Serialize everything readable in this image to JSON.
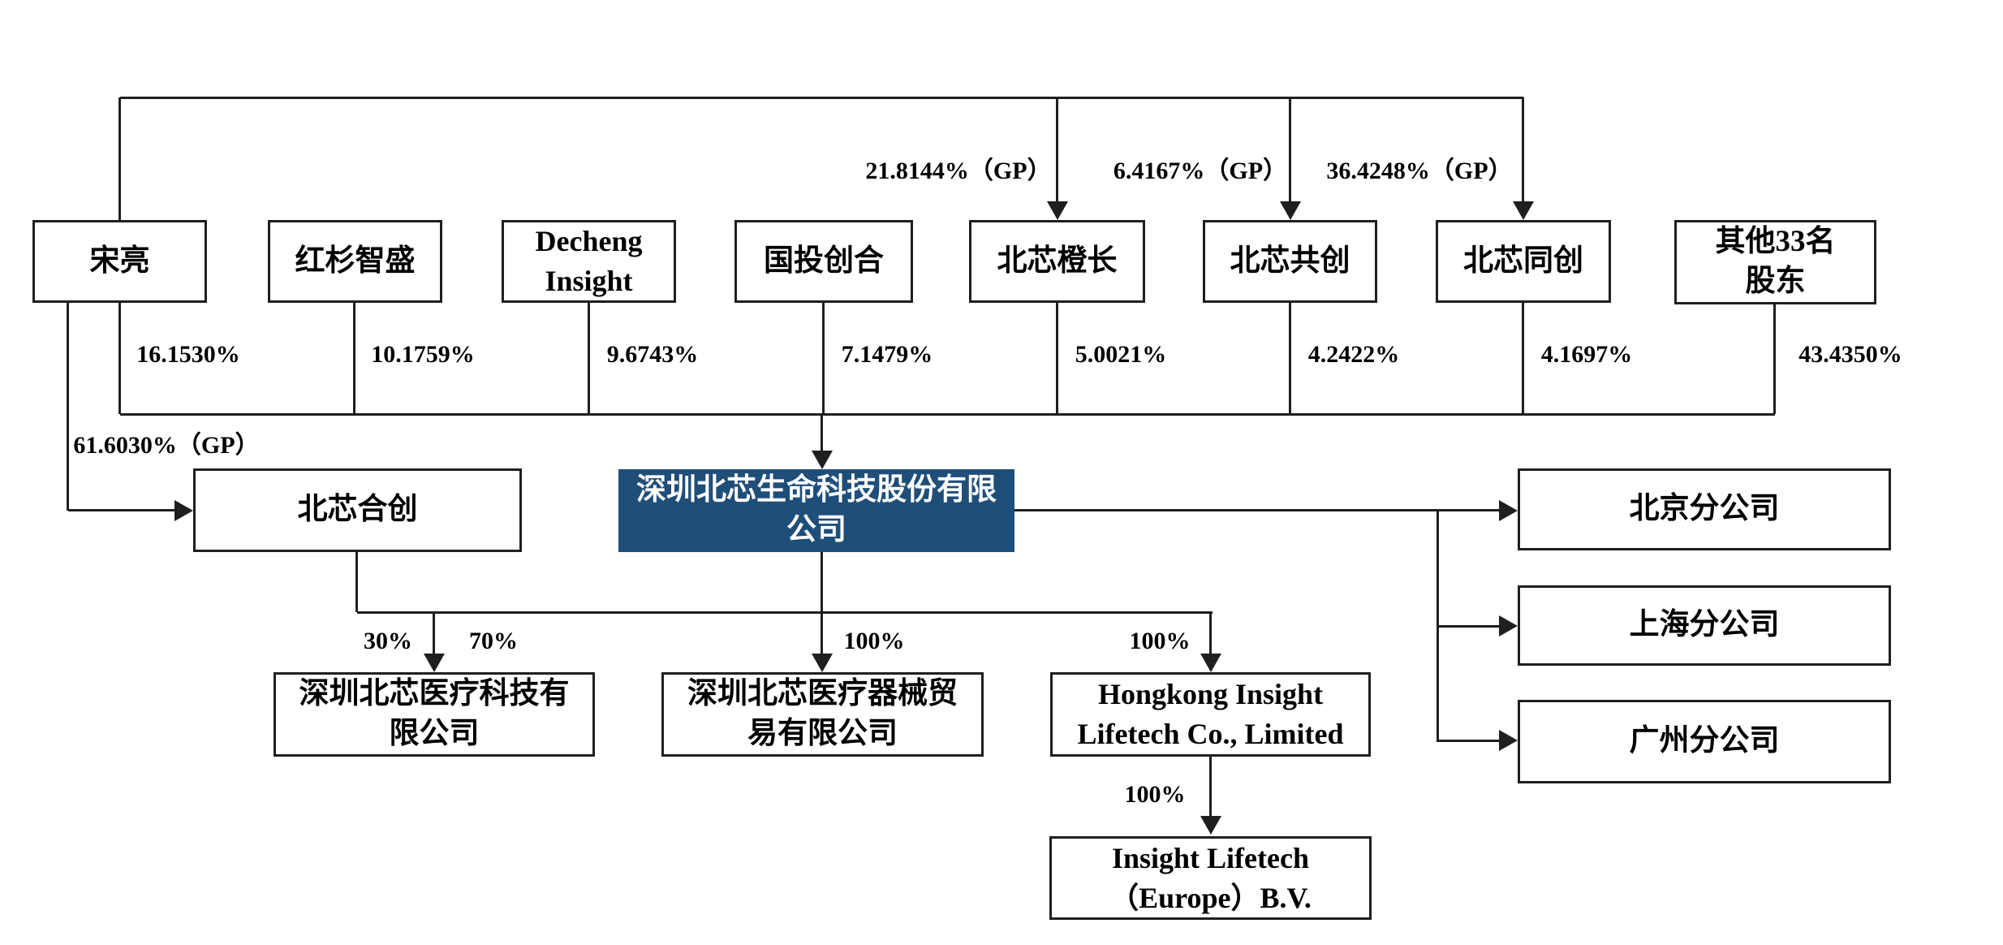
{
  "colors": {
    "company_box_bg": "#1F4E79",
    "company_box_text": "#FFFFFF",
    "line": "#1F1F1F"
  },
  "shareholders": [
    {
      "name": "宋亮",
      "ownership": "16.1530%"
    },
    {
      "name": "红杉智盛",
      "ownership": "10.1759%"
    },
    {
      "name": "Decheng\nInsight",
      "ownership": "9.6743%"
    },
    {
      "name": "国投创合",
      "ownership": "7.1479%"
    },
    {
      "name": "北芯橙长",
      "ownership": "5.0021%"
    },
    {
      "name": "北芯共创",
      "ownership": "4.2422%"
    },
    {
      "name": "北芯同创",
      "ownership": "4.1697%"
    },
    {
      "name": "其他33名\n股东",
      "ownership": "43.4350%"
    }
  ],
  "gp_ownership": {
    "to_beixin_chengzhang": "21.8144%（GP）",
    "to_beixin_gongchuang": "6.4167%（GP）",
    "to_beixin_tongchuang": "36.4248%（GP）",
    "song_to_beixin_hechuang": "61.6030%（GP）"
  },
  "partnership": {
    "name": "北芯合创"
  },
  "company": {
    "name": "深圳北芯生命科技股份有限\n公司"
  },
  "branches": [
    "北京分公司",
    "上海分公司",
    "广州分公司"
  ],
  "equity_labels": {
    "hechuang_to_medtech": "30%",
    "company_to_medtech": "70%",
    "company_to_trading": "100%",
    "company_to_hongkong": "100%",
    "hongkong_to_europe": "100%"
  },
  "subsidiaries": [
    {
      "name": "深圳北芯医疗科技有\n限公司"
    },
    {
      "name": "深圳北芯医疗器械贸\n易有限公司"
    },
    {
      "name": "Hongkong Insight\nLifetech Co., Limited"
    },
    {
      "name": "Insight Lifetech\n（Europe）B.V."
    }
  ]
}
